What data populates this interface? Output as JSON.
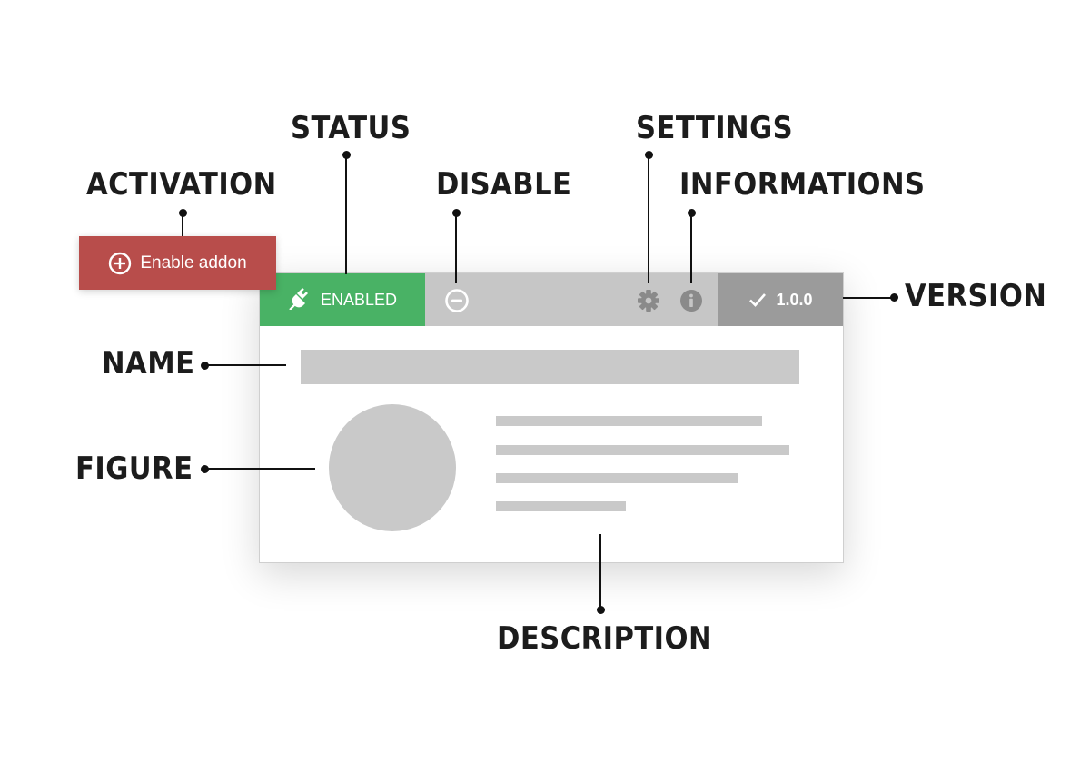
{
  "callouts": {
    "activation": "ACTIVATION",
    "status": "STATUS",
    "disable": "DISABLE",
    "settings": "SETTINGS",
    "informations": "INFORMATIONS",
    "version": "VERSION",
    "name": "NAME",
    "figure": "FIGURE",
    "description": "DESCRIPTION"
  },
  "activation_button": {
    "label": "Enable addon",
    "icon": "plus-circle-icon",
    "color": "#b84d4b"
  },
  "toolbar": {
    "status": {
      "label": "ENABLED",
      "icon": "plug-icon",
      "color": "#49b265"
    },
    "disable": {
      "icon": "minus-circle-icon"
    },
    "settings": {
      "icon": "gear-icon"
    },
    "informations": {
      "icon": "info-icon"
    },
    "version": {
      "label": "1.0.0",
      "icon": "check-icon",
      "color": "#9b9b9b"
    },
    "background": "#c6c6c6"
  },
  "placeholder_color": "#c9c9c9"
}
